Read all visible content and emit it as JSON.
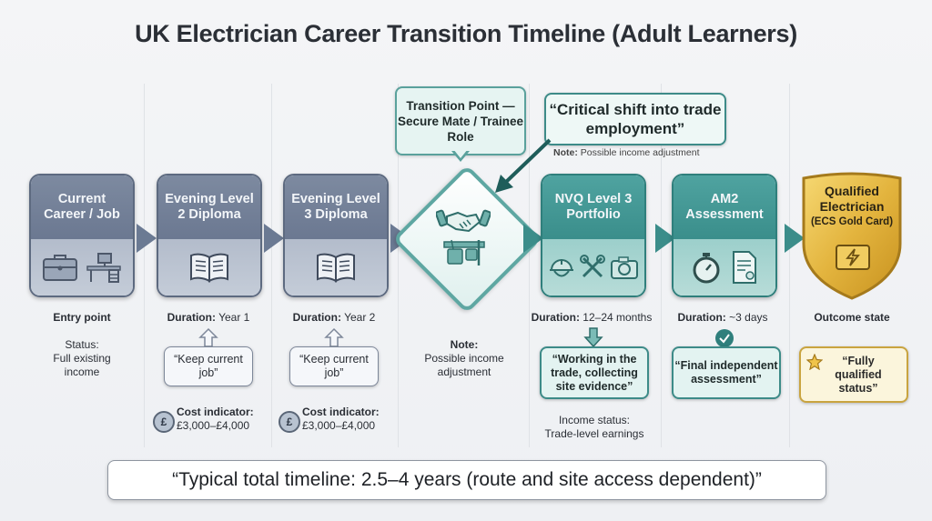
{
  "title": "UK Electrician Career Transition Timeline (Adult Learners)",
  "stages": [
    {
      "id": "current",
      "title": "Current Career / Job",
      "icons": [
        "briefcase-icon",
        "desk-computer-icon"
      ],
      "label": "Entry point",
      "status_heading": "Status:",
      "status_text": "Full existing income"
    },
    {
      "id": "level2",
      "title": "Evening Level 2 Diploma",
      "icons": [
        "open-book-icon"
      ],
      "duration_label": "Duration:",
      "duration": "Year 1",
      "bubble": "“Keep current job”",
      "cost_label": "Cost indicator:",
      "cost": "£3,000–£4,000"
    },
    {
      "id": "level3",
      "title": "Evening Level 3 Diploma",
      "icons": [
        "open-book-icon"
      ],
      "duration_label": "Duration:",
      "duration": "Year 2",
      "bubble": "“Keep current job”",
      "cost_label": "Cost indicator:",
      "cost": "£3,000–£4,000"
    },
    {
      "id": "transition",
      "title": "Transition Point — Secure Mate / Trainee Role",
      "icons": [
        "handshake-icon",
        "tool-belt-icon"
      ],
      "note_heading": "Note:",
      "note_text": "Possible income adjustment"
    },
    {
      "id": "nvq",
      "title": "NVQ Level 3 Portfolio",
      "icons": [
        "hard-hat-icon",
        "tools-icon",
        "camera-icon"
      ],
      "duration_label": "Duration:",
      "duration": "12–24 months",
      "bubble": "“Working in the trade, collecting site evidence”",
      "income_heading": "Income status:",
      "income_text": "Trade-level earnings"
    },
    {
      "id": "am2",
      "title": "AM2 Assessment",
      "icons": [
        "stopwatch-icon",
        "certificate-icon"
      ],
      "duration_label": "Duration:",
      "duration": "~3 days",
      "bubble": "“Final independent assessment”"
    },
    {
      "id": "qualified",
      "title_line1": "Qualified",
      "title_line2": "Electrician",
      "title_line3": "(ECS Gold Card)",
      "icons": [
        "lightning-card-icon"
      ],
      "label": "Outcome state",
      "bubble": "“Fully qualified status”"
    }
  ],
  "callout": {
    "text": "“Critical shift into trade employment”",
    "note_label": "Note:",
    "note_text": "Possible income adjustment"
  },
  "currency_symbol": "£",
  "summary": "“Typical total timeline: 2.5–4 years (route and site access dependent)”",
  "colors": {
    "gray_stage": "#6b7891",
    "teal_stage": "#3a8e8b",
    "gold": "#e0b540",
    "text": "#2b2f36"
  }
}
